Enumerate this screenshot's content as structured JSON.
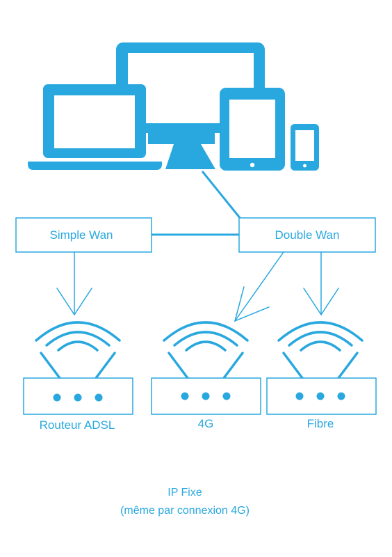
{
  "colors": {
    "accent": "#29a8df",
    "background": "#ffffff"
  },
  "devices": {
    "icons": [
      "laptop-icon",
      "desktop-monitor-icon",
      "tablet-icon",
      "smartphone-icon"
    ]
  },
  "wan": {
    "simple_label": "Simple Wan",
    "double_label": "Double Wan"
  },
  "routers": [
    {
      "label": "Routeur ADSL",
      "icon": "wifi-router-icon"
    },
    {
      "label": "4G",
      "icon": "wifi-router-icon"
    },
    {
      "label": "Fibre",
      "icon": "wifi-router-icon"
    }
  ],
  "caption": {
    "line1": "IP Fixe",
    "line2": "(même par connexion 4G)"
  }
}
